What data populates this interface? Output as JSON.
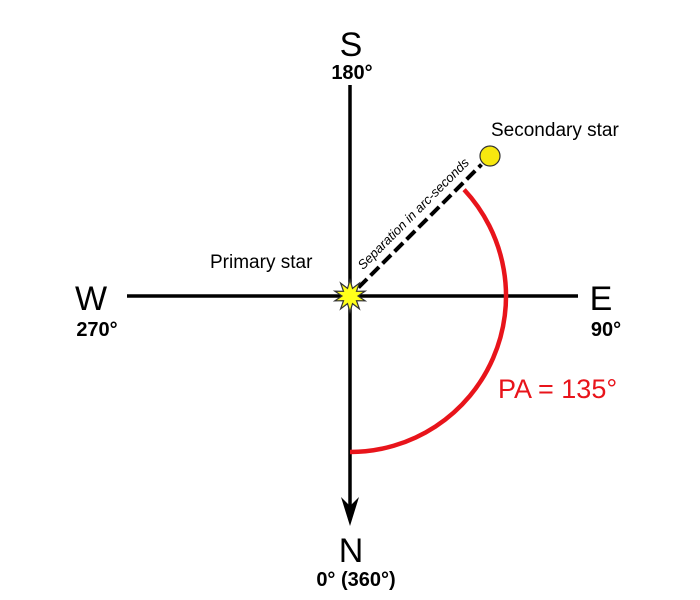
{
  "directions": {
    "south": {
      "letter": "S",
      "degrees": "180°"
    },
    "north": {
      "letter": "N",
      "degrees": "0° (360°)"
    },
    "west": {
      "letter": "W",
      "degrees": "270°"
    },
    "east": {
      "letter": "E",
      "degrees": "90°"
    }
  },
  "labels": {
    "primary_star": "Primary star",
    "secondary_star": "Secondary star",
    "separation": "Separation in arc-seconds",
    "position_angle": "PA = 135°"
  },
  "position_angle_deg": 135,
  "colors": {
    "axis": "#000000",
    "arc": "#e8141b",
    "pa_text": "#e8141b",
    "primary_star_fill": "#ffff1a",
    "secondary_star_fill": "#f7e80f",
    "star_stroke": "#333333",
    "text": "#000000"
  },
  "icons": {
    "primary_star": "starburst-icon",
    "secondary_star": "circle-icon",
    "north_arrow": "arrow-down-icon"
  }
}
